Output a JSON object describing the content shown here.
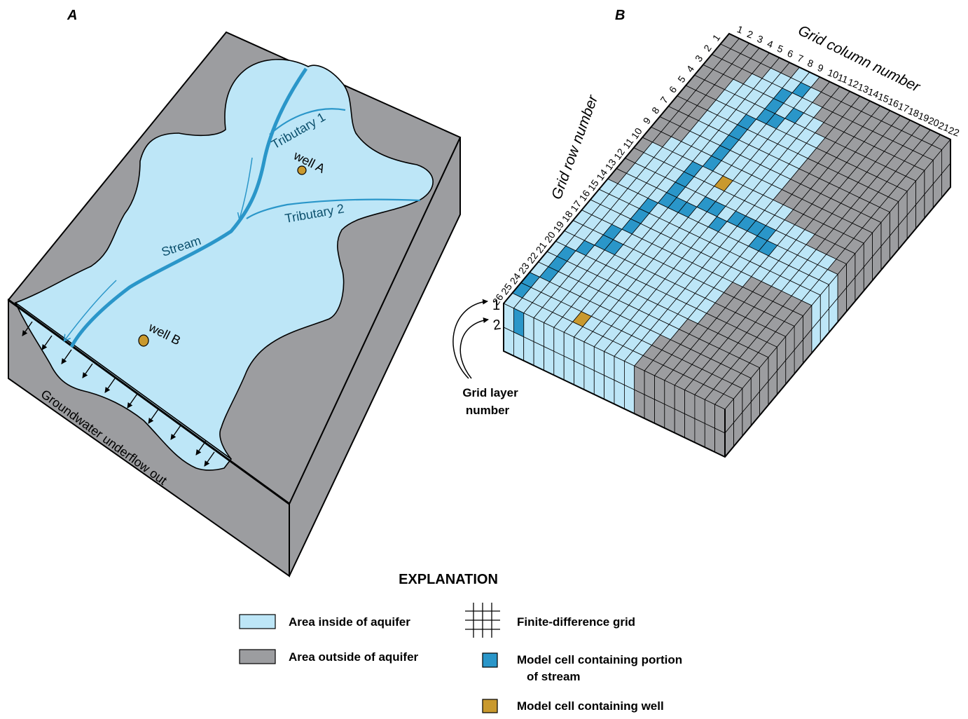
{
  "colors": {
    "aquifer": "#bde6f7",
    "outside": "#9c9da0",
    "stream_cell": "#2a96c9",
    "stream_line": "#2a96c9",
    "well": "#c9992e",
    "outline": "#000000"
  },
  "panel_a": {
    "letter": "A",
    "stream_label": "Stream",
    "tributary1_label": "Tributary 1",
    "tributary2_label": "Tributary 2",
    "well_a_label": "well A",
    "well_b_label": "well B",
    "underflow_label": "Groundwater underflow out"
  },
  "panel_b": {
    "letter": "B",
    "column_axis_title": "Grid column number",
    "row_axis_title": "Grid row number",
    "layer_title_line1": "Grid layer",
    "layer_title_line2": "number",
    "layer_numbers": [
      "1",
      "2"
    ],
    "grid": {
      "columns": 22,
      "rows": 26,
      "layers": 2,
      "stream_cells": [
        [
          1,
          8
        ],
        [
          2,
          7
        ],
        [
          3,
          7
        ],
        [
          3,
          9
        ],
        [
          4,
          7
        ],
        [
          4,
          8
        ],
        [
          5,
          6
        ],
        [
          6,
          6
        ],
        [
          7,
          6
        ],
        [
          8,
          6
        ],
        [
          9,
          6
        ],
        [
          10,
          5
        ],
        [
          11,
          5
        ],
        [
          12,
          5
        ],
        [
          12,
          8
        ],
        [
          12,
          9
        ],
        [
          12,
          11
        ],
        [
          12,
          12
        ],
        [
          12,
          13
        ],
        [
          12,
          14
        ],
        [
          13,
          5
        ],
        [
          13,
          6
        ],
        [
          13,
          7
        ],
        [
          13,
          10
        ],
        [
          13,
          14
        ],
        [
          13,
          15
        ],
        [
          14,
          4
        ],
        [
          15,
          4
        ],
        [
          16,
          4
        ],
        [
          17,
          3
        ],
        [
          18,
          3
        ],
        [
          18,
          4
        ],
        [
          19,
          2
        ],
        [
          20,
          1
        ],
        [
          21,
          1
        ],
        [
          22,
          1
        ],
        [
          23,
          0
        ],
        [
          24,
          0
        ]
      ],
      "well_cells": [
        [
          10,
          8
        ],
        [
          24,
          6
        ]
      ]
    }
  },
  "explanation": {
    "title": "EXPLANATION",
    "inside_label": "Area inside of aquifer",
    "outside_label": "Area outside of aquifer",
    "grid_label": "Finite-difference grid",
    "stream_cell_label_line1": "Model cell containing portion",
    "stream_cell_label_line2": "of stream",
    "well_cell_label": "Model cell containing well"
  }
}
